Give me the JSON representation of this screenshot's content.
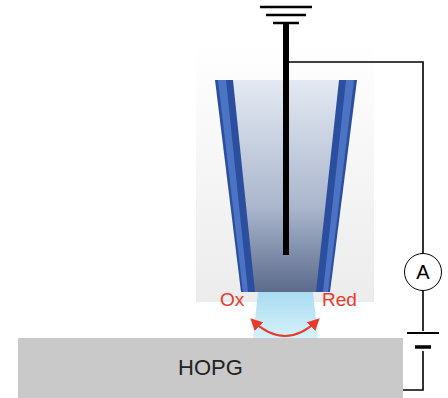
{
  "diagram": {
    "nodes": [
      {
        "text": [
          "A"
        ]
      },
      {
        "text": [
          "HOPG"
        ]
      }
    ],
    "edges": [
      {
        "from": 0,
        "to": 1,
        "arrow": "none"
      }
    ],
    "labels": [
      "Ox",
      "Red"
    ]
  }
}
